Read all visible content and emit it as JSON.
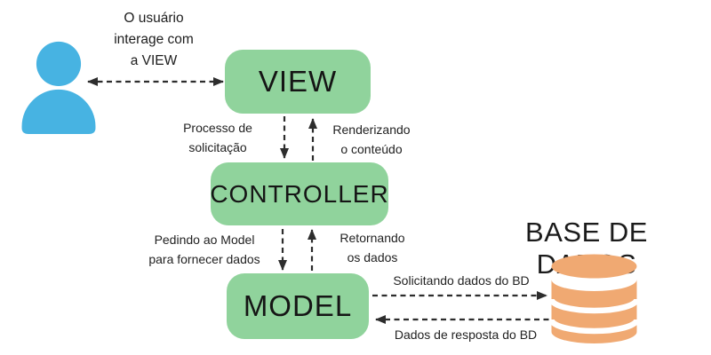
{
  "diagram": {
    "colors": {
      "node_green": "#90d39c",
      "user_blue": "#47b3e2",
      "db_orange": "#f0a972",
      "arrow_dark": "#2d2d2d"
    },
    "user": {
      "icon": "person-icon",
      "note": "O usuário\ninterage com\na VIEW"
    },
    "nodes": {
      "view": {
        "label": "VIEW"
      },
      "controller": {
        "label": "CONTROLLER"
      },
      "model": {
        "label": "MODEL"
      }
    },
    "database": {
      "title": "BASE DE DADOS",
      "icon": "database-icon"
    },
    "edge_labels": {
      "request_process": "Processo de\nsolicitação",
      "render_content": "Renderizando\no conteúdo",
      "ask_model": "Pedindo ao Model\npara fornecer dados",
      "return_data": "Retornando\nos dados",
      "request_db": "Solicitando dados do BD",
      "response_db": "Dados de resposta do BD"
    }
  }
}
